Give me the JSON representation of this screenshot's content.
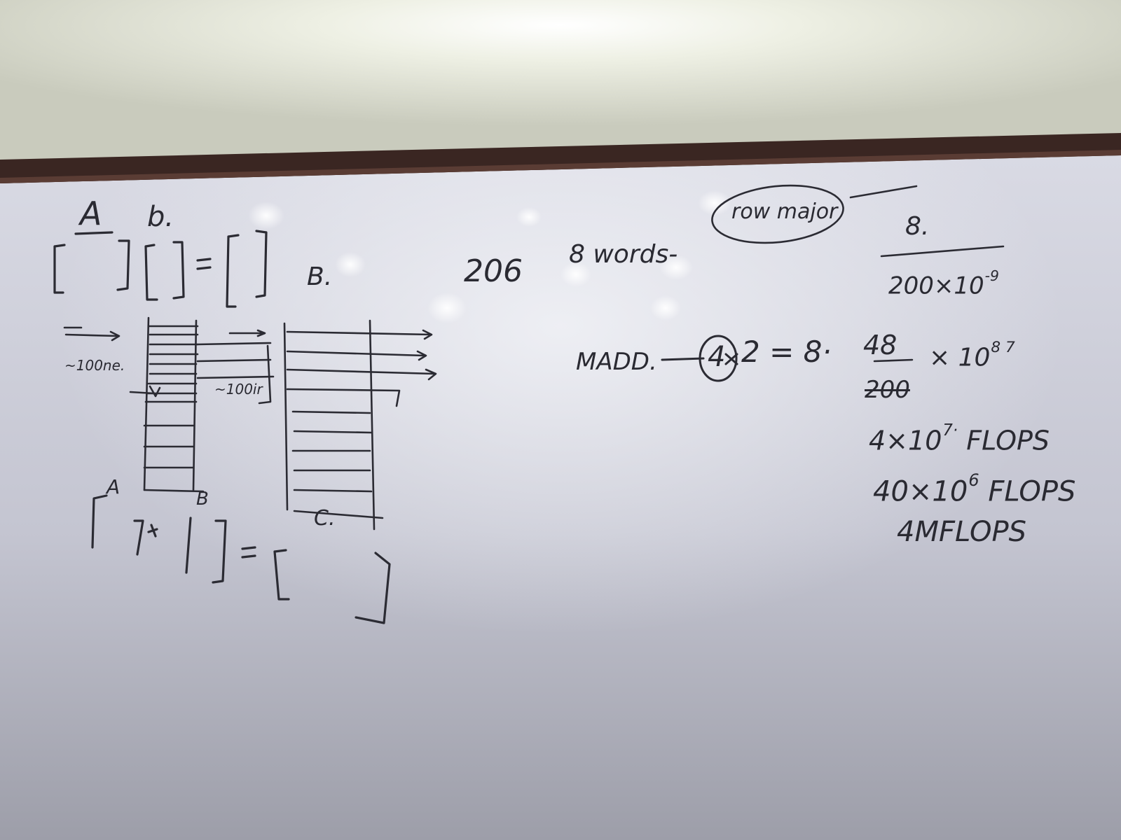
{
  "scene": {
    "description_free": true,
    "colors": {
      "wall": "#e7e8dc",
      "wall_glow": "#ffffff",
      "rail": "#3a2622",
      "board": "#c9cad6",
      "board_glow": "#ffffff",
      "ink": "#2b2b33"
    }
  },
  "board": {
    "left": {
      "label_A_top": "A",
      "label_b": "b.",
      "label_B_right": "B.",
      "rows_left": "~100ne.",
      "rows_mid": "~100ir",
      "label_A_bottom": "A",
      "label_B_bottom": "B",
      "label_C": "C."
    },
    "middle": {
      "num_200": "206",
      "words": "8 words-",
      "madd_label": "MADD.",
      "madd_rhs": "2 = 8·",
      "circled_four": "4"
    },
    "right": {
      "row_major": "row major",
      "fraction_top": "8.",
      "fraction_bottom": "200×10",
      "fraction_bottom_exp": "-9",
      "step1_num": "48",
      "step1_den": "200",
      "step1_times": "× 10",
      "step1_exp": "8 7",
      "line1": "4×10",
      "line1_exp": "7·",
      "line1_unit": "FLOPS",
      "line2": "40×10",
      "line2_exp": "6",
      "line2_unit": "FLOPS",
      "line3": "4MFLOPS"
    }
  }
}
